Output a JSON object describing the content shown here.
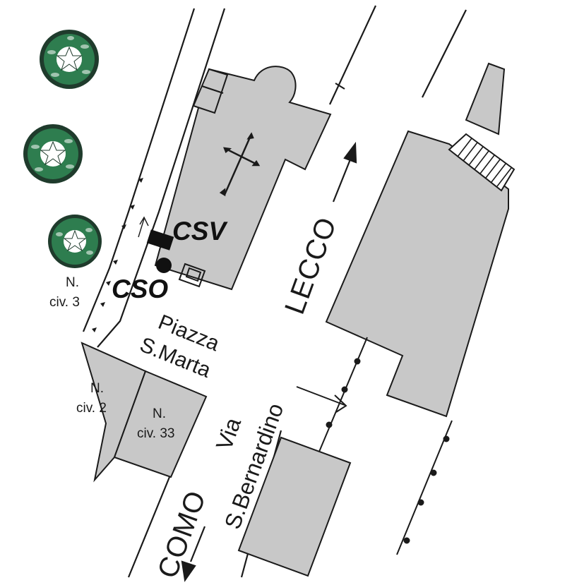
{
  "colors": {
    "building": "#c8c8c8",
    "outline": "#1a1a1a",
    "tree_leaf": "#2e7d4f",
    "tree_dark": "#1f3b2c",
    "background": "#ffffff"
  },
  "markers": {
    "csv": "CSV",
    "cso": "CSO"
  },
  "labels": {
    "civ3_n": "N.",
    "civ3_num": "civ. 3",
    "civ2_n": "N.",
    "civ2_num": "civ. 2",
    "civ33_n": "N.",
    "civ33_num": "civ. 33",
    "piazza_1": "Piazza",
    "piazza_2": "S.Marta",
    "via_1": "Via",
    "via_2": "S.Bernardino",
    "lecco": "LECCO",
    "como": "COMO"
  },
  "icons": [
    "tree-icon",
    "church-cross-icon",
    "direction-arrow-icon",
    "stairs-icon",
    "rail-track-icon"
  ]
}
